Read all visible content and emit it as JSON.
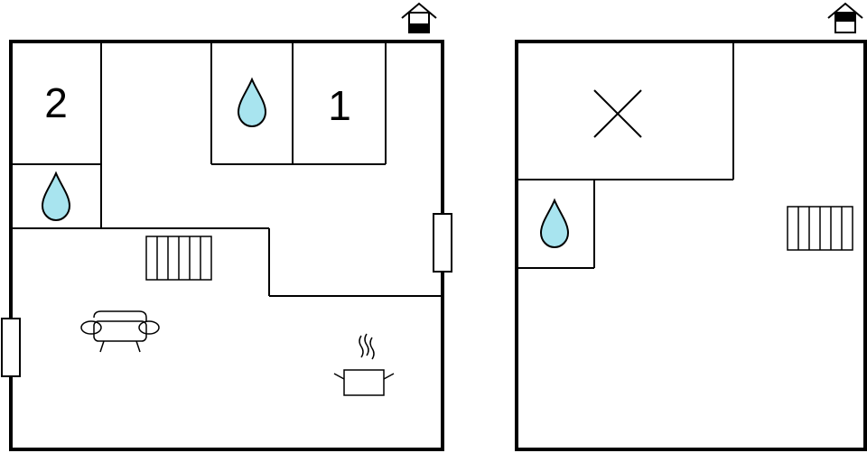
{
  "floors": [
    {
      "id": "ground",
      "level_icon": "house-ground-floor-icon",
      "rooms": [
        {
          "id": "bedroom-2",
          "label": "2"
        },
        {
          "id": "bedroom-1",
          "label": "1"
        },
        {
          "id": "bathroom-upper",
          "icon": "water-drop-icon"
        },
        {
          "id": "bathroom-lower",
          "icon": "water-drop-icon"
        },
        {
          "id": "living",
          "icons": [
            "sofa-icon",
            "radiator-icon"
          ]
        },
        {
          "id": "kitchen",
          "icons": [
            "cooking-pot-icon"
          ]
        }
      ]
    },
    {
      "id": "upper",
      "level_icon": "house-upper-floor-icon",
      "rooms": [
        {
          "id": "void",
          "icon": "cross-icon"
        },
        {
          "id": "bathroom",
          "icon": "water-drop-icon"
        },
        {
          "id": "open-room",
          "icons": [
            "radiator-icon"
          ]
        }
      ]
    }
  ],
  "colors": {
    "water": "#a8e4ef",
    "line": "#000000"
  }
}
